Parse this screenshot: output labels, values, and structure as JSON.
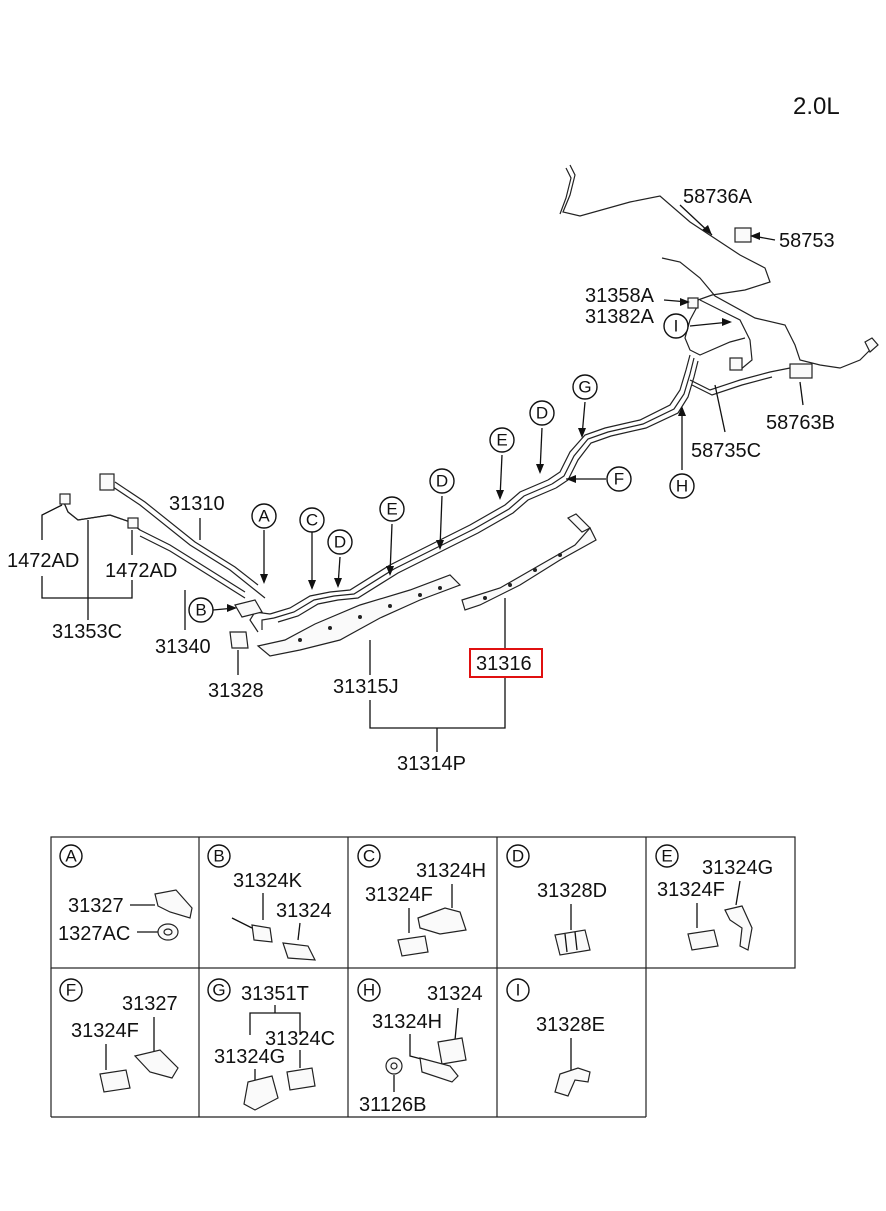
{
  "engine_label": "2.0L",
  "callouts": {
    "c58736A": "58736A",
    "c58753": "58753",
    "c31358A": "31358A",
    "c31382A": "31382A",
    "c58763B": "58763B",
    "c58735C": "58735C",
    "c31310": "31310",
    "c1472AD_left": "1472AD",
    "c1472AD_right": "1472AD",
    "c31353C": "31353C",
    "c31340": "31340",
    "c31328": "31328",
    "c31315J": "31315J",
    "c31316": "31316",
    "c31314P": "31314P"
  },
  "highlighted_part": "31316",
  "detail_letters": {
    "A": "A",
    "B": "B",
    "C": "C",
    "D": "D",
    "E": "E",
    "F": "F",
    "G": "G",
    "H": "H",
    "I": "I"
  },
  "detail_table": {
    "A": [
      "31327",
      "1327AC"
    ],
    "B": [
      "31324K",
      "31324"
    ],
    "C": [
      "31324H",
      "31324F"
    ],
    "D": [
      "31328D"
    ],
    "E": [
      "31324G",
      "31324F"
    ],
    "F": [
      "31327",
      "31324F"
    ],
    "G": [
      "31351T",
      "31324C",
      "31324G"
    ],
    "H": [
      "31324",
      "31324H",
      "31126B"
    ],
    "I": [
      "31328E"
    ]
  },
  "colors": {
    "highlight": "#e01010",
    "ink": "#111111"
  }
}
